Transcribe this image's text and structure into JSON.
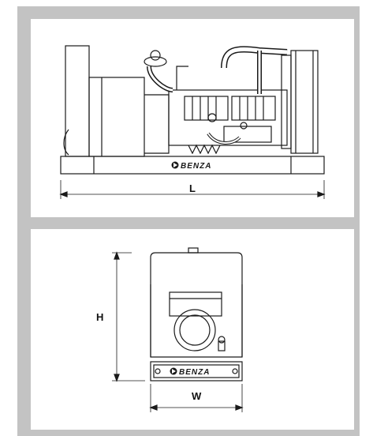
{
  "side_view": {
    "brand": "BENZA",
    "length_label": "L"
  },
  "front_view": {
    "brand": "BENZA",
    "height_label": "H",
    "width_label": "W"
  },
  "colors": {
    "frame": "#c3c3c3",
    "line": "#1a1a1a",
    "panel": "#ffffff"
  }
}
